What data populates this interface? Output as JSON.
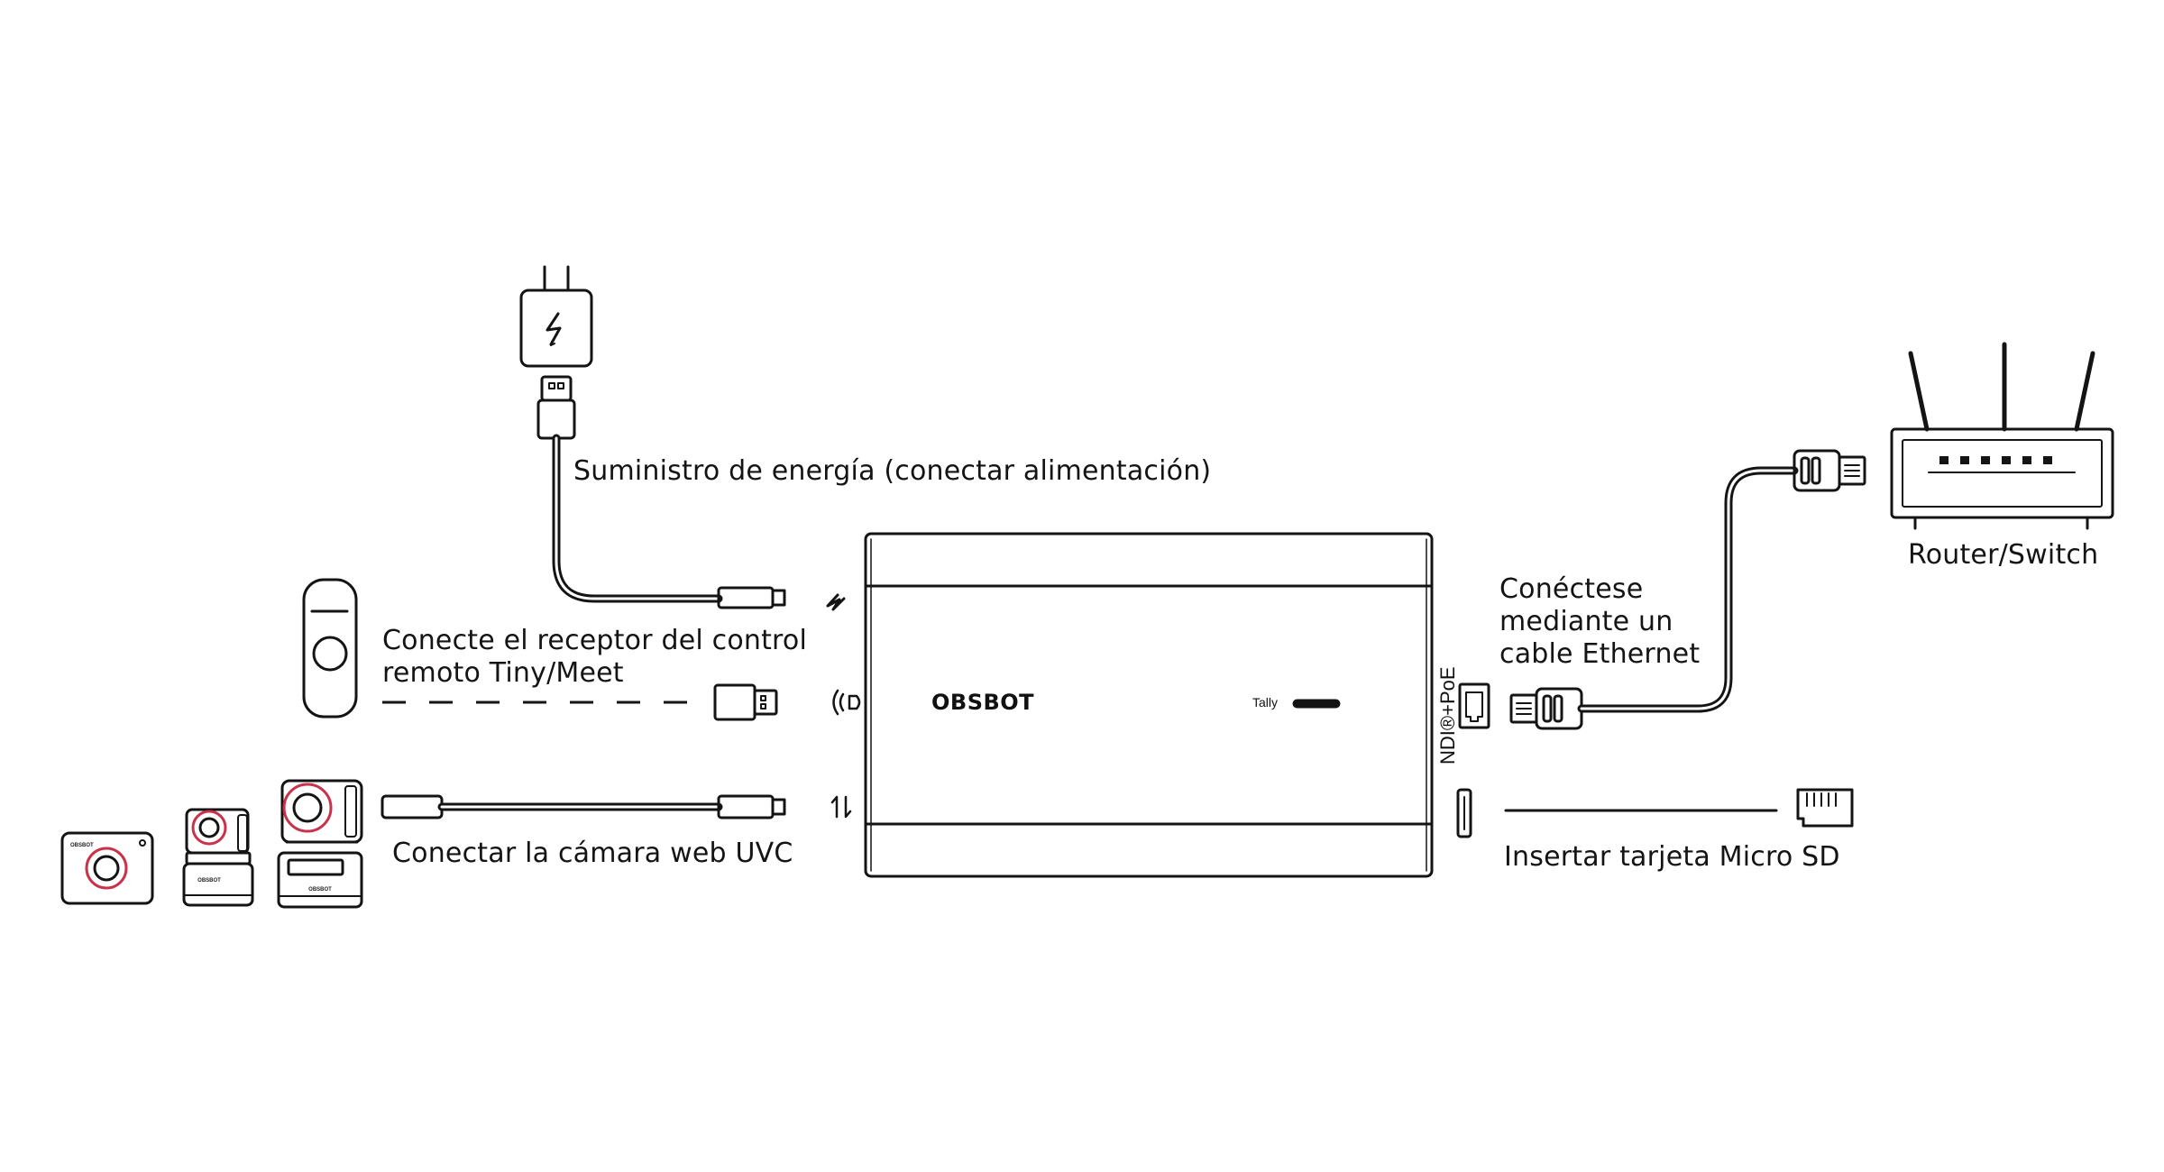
{
  "labels": {
    "power": "Suministro de energía (conectar alimentación)",
    "remote_line1": "Conecte el receptor del control",
    "remote_line2": "remoto Tiny/Meet",
    "uvc": "Conectar la cámara web UVC",
    "ethernet_line1": "Conéctese",
    "ethernet_line2": "mediante un",
    "ethernet_line3": "cable Ethernet",
    "router": "Router/Switch",
    "sd": "Insertar tarjeta Micro SD"
  },
  "device": {
    "brand": "OBSBOT",
    "tally": "Tally",
    "port_label": "NDI®+PoE"
  },
  "cameras": {
    "brand_text": "OBSBOT"
  },
  "icons": [
    "power-adapter-icon",
    "usb-plug-icon",
    "remote-control-icon",
    "webcam-icon",
    "router-icon",
    "microsd-card-icon",
    "ethernet-port-icon",
    "lightning-icon",
    "wireless-icon",
    "data-transfer-icon"
  ],
  "colors": {
    "stroke": "#141414",
    "accent": "#c9324a"
  }
}
